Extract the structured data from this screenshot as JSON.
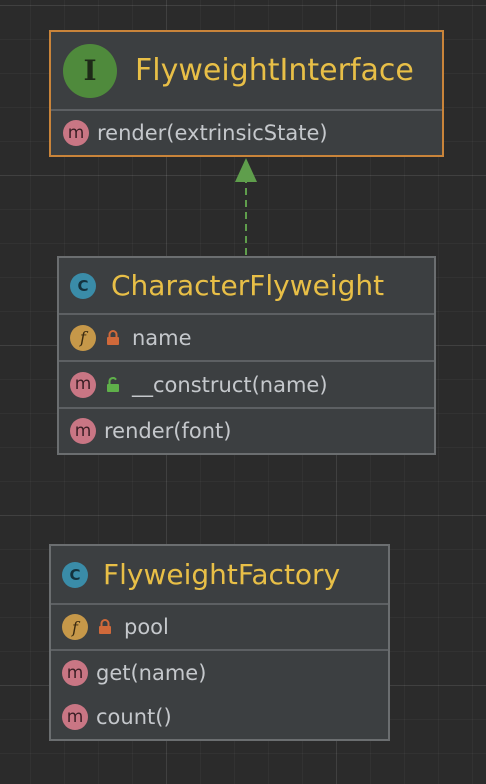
{
  "nodes": {
    "interface": {
      "badge": "I",
      "title": "FlyweightInterface",
      "methods": [
        {
          "badge": "m",
          "label": "render(extrinsicState)"
        }
      ]
    },
    "character": {
      "badge": "C",
      "title": "CharacterFlyweight",
      "fields": [
        {
          "badge": "f",
          "visibility": "private",
          "label": "name"
        }
      ],
      "methods": [
        {
          "badge": "m",
          "visibility": "public",
          "label": "__construct(name)"
        },
        {
          "badge": "m",
          "label": "render(font)"
        }
      ]
    },
    "factory": {
      "badge": "C",
      "title": "FlyweightFactory",
      "fields": [
        {
          "badge": "f",
          "visibility": "private",
          "label": "pool"
        }
      ],
      "methods": [
        {
          "badge": "m",
          "label": "get(name)"
        },
        {
          "badge": "m",
          "label": "count()"
        }
      ]
    }
  },
  "relations": [
    {
      "from": "character",
      "to": "interface",
      "type": "implements",
      "style": "dashed"
    }
  ],
  "colors": {
    "background": "#2b2b2b",
    "node_fill": "#3c3f41",
    "node_border": "#6b6e70",
    "selected_border": "#c9843a",
    "title_text": "#e8bf47",
    "member_text": "#c5c8cc",
    "interface_badge": "#4f8a3c",
    "class_badge": "#3a8ca8",
    "method_badge": "#c97684",
    "field_badge": "#c69849",
    "private_lock": "#d0693a",
    "public_lock": "#5fb04a",
    "implements_arrow": "#5f9e4c"
  }
}
